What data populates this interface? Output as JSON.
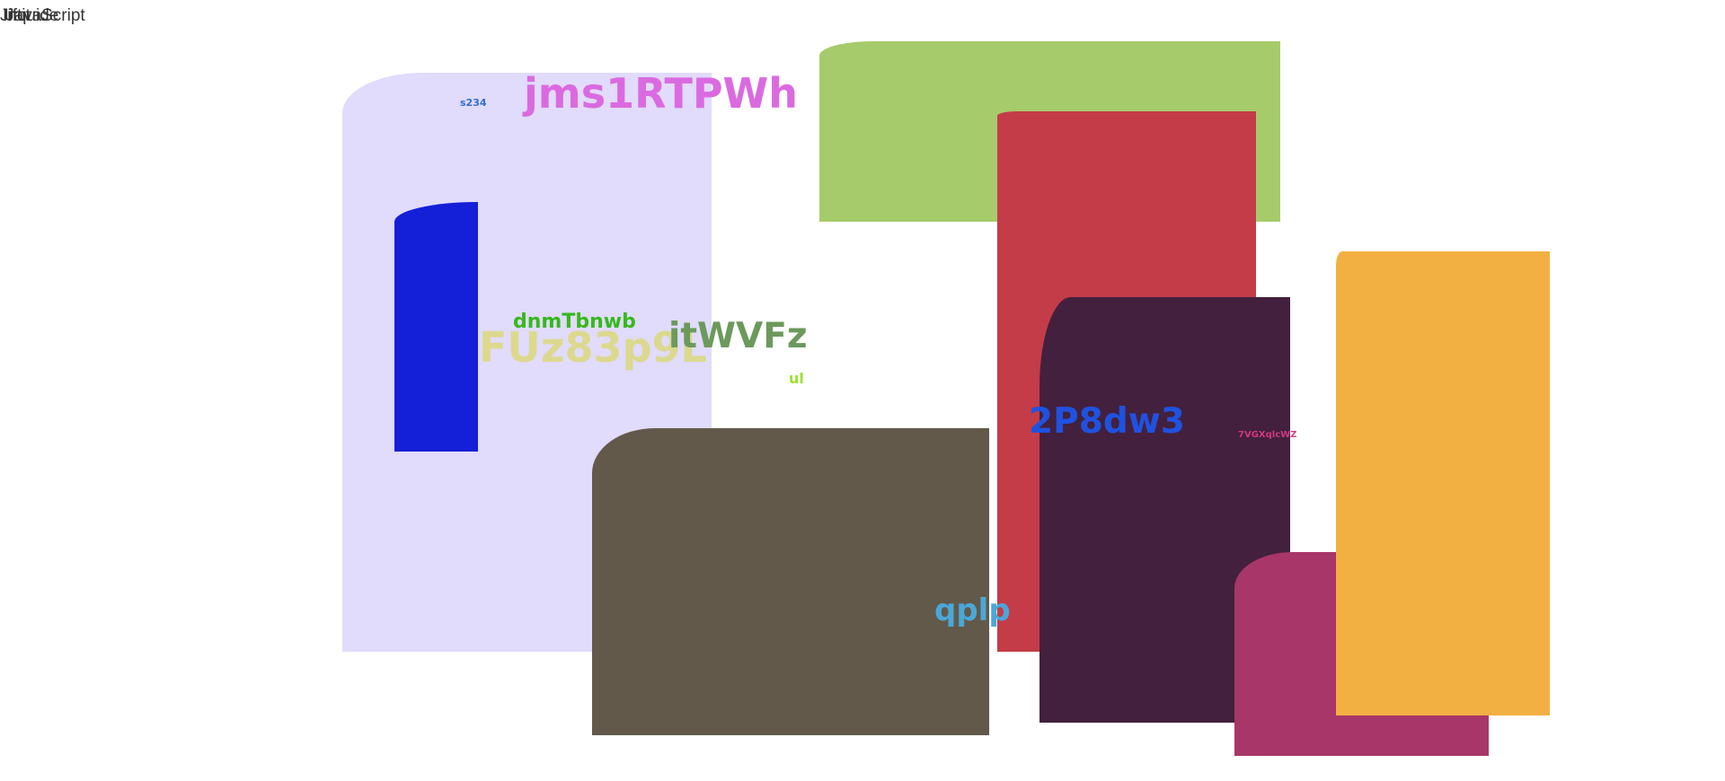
{
  "top_left": {
    "words": [
      "Jiftit",
      "Inquide",
      "JavaScript"
    ]
  },
  "shapes": [
    {
      "id": "s-lavender",
      "name": "lavender-block",
      "color": "#e1dbfc"
    },
    {
      "id": "s-green",
      "name": "green-block",
      "color": "#a6cb6b"
    },
    {
      "id": "s-red",
      "name": "red-block",
      "color": "#c33c48"
    },
    {
      "id": "s-blue",
      "name": "blue-block",
      "color": "#141fd8"
    },
    {
      "id": "s-brown",
      "name": "brown-block",
      "color": "#62594b"
    },
    {
      "id": "s-plum",
      "name": "plum-block",
      "color": "#43203d"
    },
    {
      "id": "s-magenta",
      "name": "magenta-block",
      "color": "#a93668"
    },
    {
      "id": "s-orange",
      "name": "orange-block",
      "color": "#f2b042"
    }
  ],
  "labels": [
    {
      "id": "t-s234",
      "name": "label-s234",
      "text": "s234",
      "color": "#2f6fd0"
    },
    {
      "id": "t-jms",
      "name": "label-jms1rtpwh",
      "text": "jms1RTPWh",
      "color": "#db6ae0"
    },
    {
      "id": "t-dnm",
      "name": "label-dnmtbnwb",
      "text": "dnmTbnwb",
      "color": "#36b91c"
    },
    {
      "id": "t-fuz",
      "name": "label-fuz83p9l",
      "text": "FUz83p9L",
      "color": "#dcd98e"
    },
    {
      "id": "t-itw",
      "name": "label-itwvfz",
      "text": "itWVFz",
      "color": "#6b9a5c"
    },
    {
      "id": "t-ul",
      "name": "label-ul",
      "text": "ul",
      "color": "#9be22d"
    },
    {
      "id": "t-2p8",
      "name": "label-2p8dw3",
      "text": "2P8dw3",
      "color": "#1f52e0"
    },
    {
      "id": "t-7vg",
      "name": "label-7vgxqlcwz",
      "text": "7VGXqlcWZ",
      "color": "#cf3a80"
    },
    {
      "id": "t-qplp",
      "name": "label-qplp",
      "text": "qplp",
      "color": "#4aa8d8"
    }
  ]
}
